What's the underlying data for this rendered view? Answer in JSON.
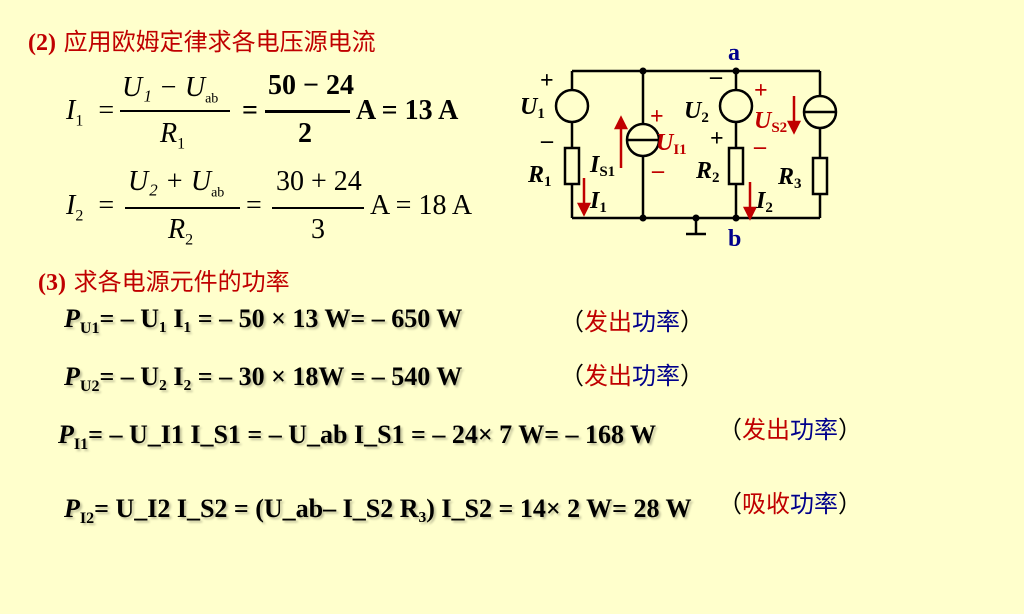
{
  "heading2": {
    "num": "(2)",
    "text": " 应用欧姆定律求各电压源电流"
  },
  "heading3": {
    "num": "(3)",
    "text": "  求各电源元件的功率"
  },
  "eq1": {
    "lhs": "I",
    "lhs_sub": "1",
    "num": "U₁ − U",
    "num_sub": "ab",
    "den": "R",
    "den_sub": "1",
    "num2": "50 − 24",
    "den2": "2",
    "result": "A = 13  A"
  },
  "eq2": {
    "lhs": "I",
    "lhs_sub": "2",
    "num": "U₂ + U",
    "num_sub": "ab",
    "den": "R",
    "den_sub": "2",
    "num2": "30 + 24",
    "den2": "3",
    "result": "A = 18  A"
  },
  "power_lines": [
    {
      "sym": "P",
      "sub": "U1",
      "expr": "= – U₁ I₁ = – 50 × 13 W= – 650 W"
    },
    {
      "sym": "P",
      "sub": "U2",
      "expr": "= – U₂ I₂ = – 30 × 18W = – 540 W"
    },
    {
      "sym": "P",
      "sub": "I1",
      "expr": "= – U_I1 I_S1 = – U_ab I_S1 = – 24× 7 W= – 168 W"
    },
    {
      "sym": "P",
      "sub": "I2",
      "expr": "= U_I2 I_S2 = (U_ab– I_S2 R₃) I_S2 = 14× 2 W= 28 W"
    }
  ],
  "notes": [
    {
      "open": "（",
      "red": "发出",
      "blue": "功率",
      "close": "）"
    },
    {
      "open": "（",
      "red": "发出",
      "blue": "功率",
      "close": "）"
    },
    {
      "open": "（",
      "red": "发出",
      "blue": "功率",
      "close": "）"
    },
    {
      "open": "（",
      "red": "吸收",
      "blue": "功率",
      "close": "）"
    }
  ],
  "circuit": {
    "node_a": "a",
    "node_b": "b",
    "labels": {
      "U1": "U",
      "U2": "U",
      "US2": "U",
      "UI1": "U",
      "R1": "R",
      "R2": "R",
      "R3": "R",
      "IS1": "I",
      "I1": "I",
      "I2": "I"
    },
    "subs": {
      "U1": "1",
      "U2": "2",
      "US2": "S2",
      "UI1": "I1",
      "R1": "1",
      "R2": "2",
      "R3": "3",
      "IS1": "S1",
      "I1": "1",
      "I2": "2"
    }
  },
  "colors": {
    "background": "#FFFFCC",
    "heading": "#C00000",
    "node_label": "#00008B",
    "polarity": "#C00000",
    "arrow": "#C00000",
    "note_red": "#C00000",
    "note_blue": "#00008B"
  }
}
